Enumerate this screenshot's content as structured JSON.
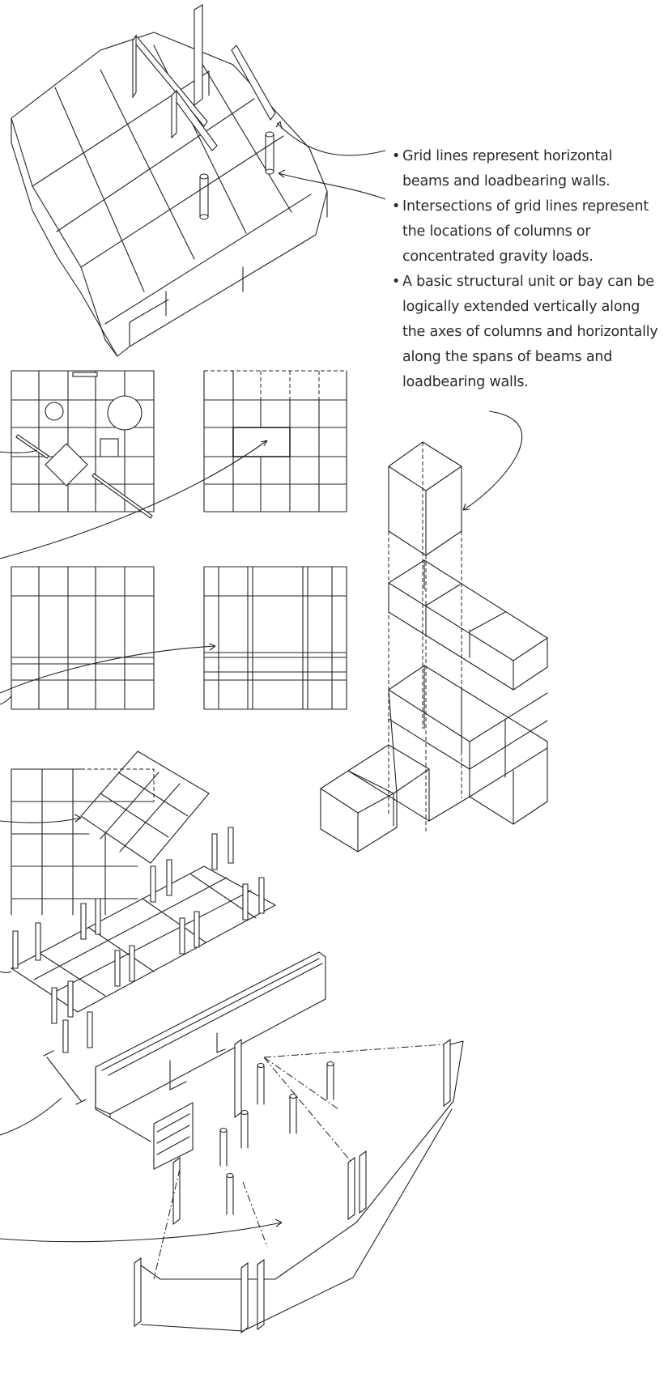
{
  "notes": [
    {
      "id": "grid-lines",
      "text": "Grid lines represent horizontal beams and loadbearing walls."
    },
    {
      "id": "intersections",
      "text": "Intersections of grid lines represent the locations of columns or concentrated gravity loads."
    },
    {
      "id": "structural-unit",
      "text": "A basic structural unit or bay can be logically extended vertically along the axes of columns and horizontally along the spans of beams and loadbearing walls."
    }
  ],
  "bullet": "•",
  "colors": {
    "ink": "#222222",
    "paper": "#ffffff"
  }
}
